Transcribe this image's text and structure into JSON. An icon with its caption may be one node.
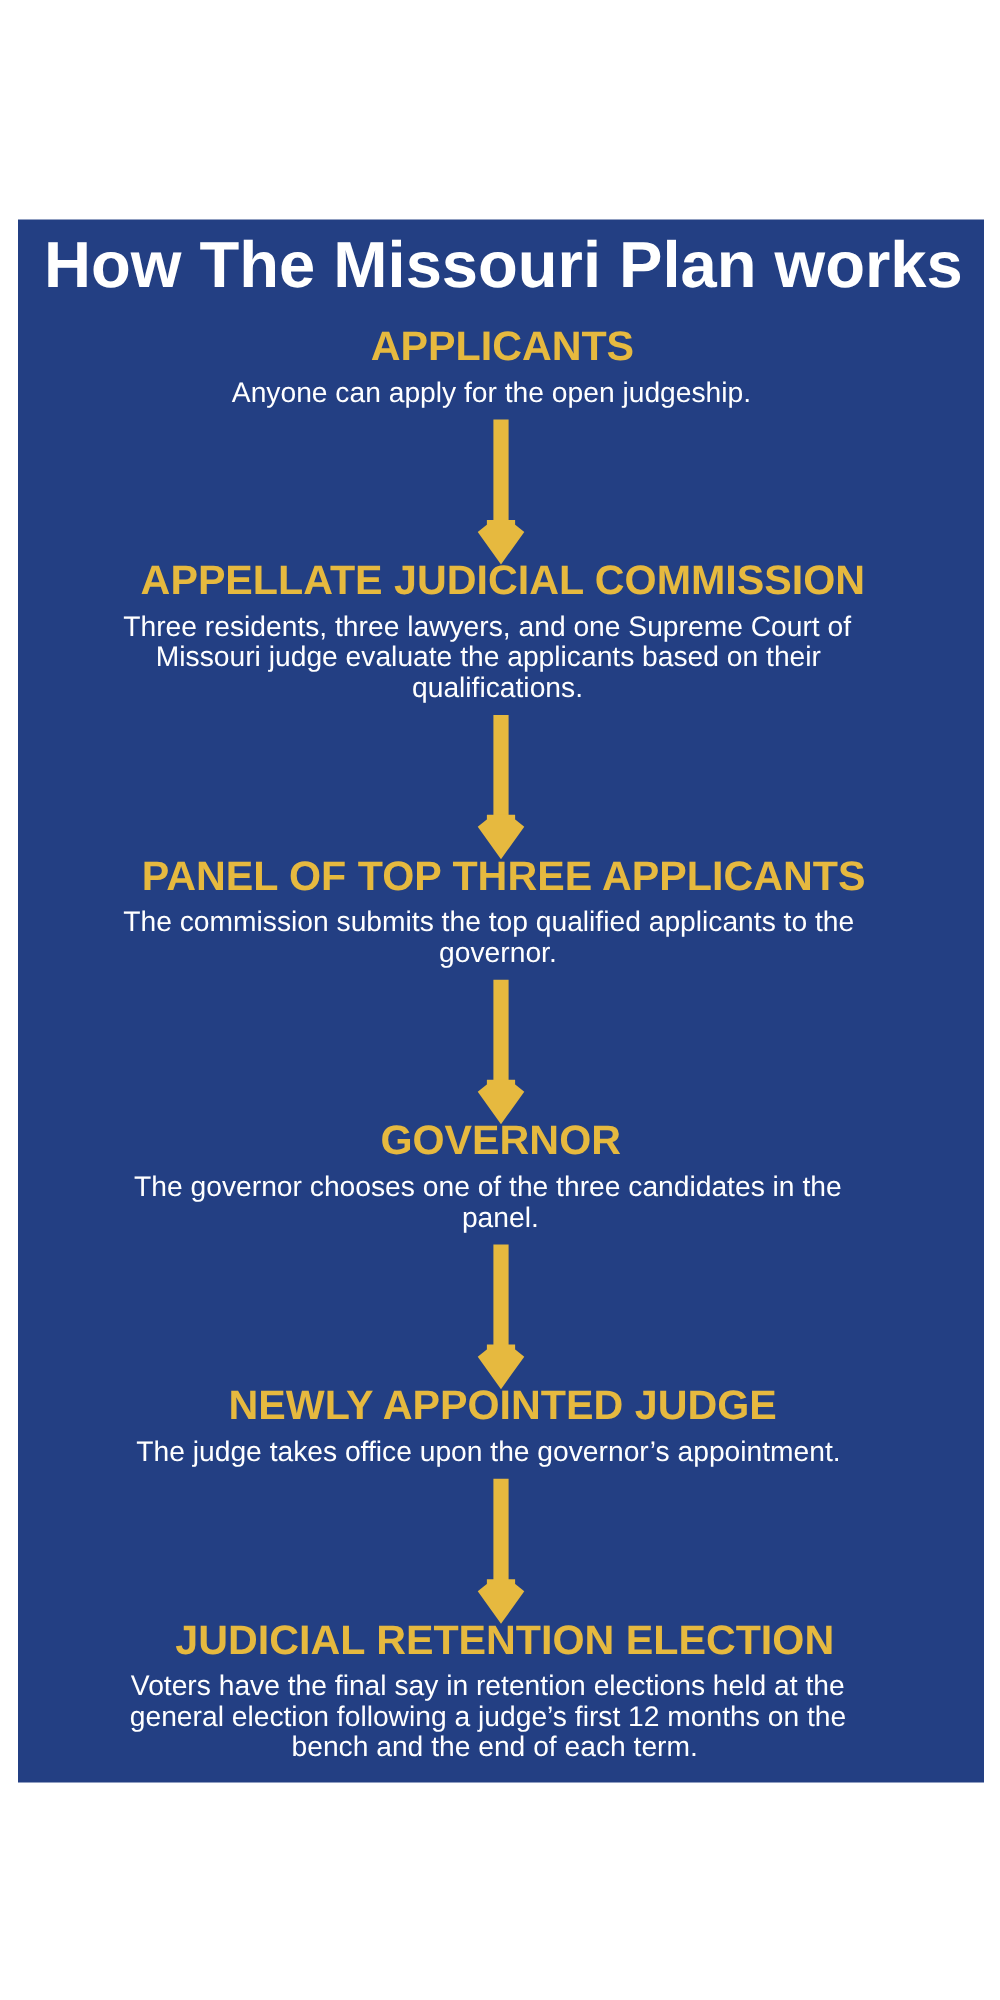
{
  "diagram": {
    "title": "How The Missouri Plan works",
    "nodes": [
      {
        "text": [
          "APPLICANTS",
          "Anyone can apply for the open judgeship."
        ]
      },
      {
        "text": [
          "APPELLATE JUDICIAL COMMISSION",
          "Three residents, three lawyers, and one Supreme Court of Missouri judge evaluate the applicants based on their qualifications."
        ]
      },
      {
        "text": [
          "PANEL OF TOP THREE APPLICANTS",
          "The commission submits the top qualified applicants to the governor."
        ]
      },
      {
        "text": [
          "GOVERNOR",
          "The governor chooses one of the three candidates in the panel."
        ]
      },
      {
        "text": [
          "NEWLY APPOINTED JUDGE",
          "The judge takes office upon the governor’s appointment."
        ]
      },
      {
        "text": [
          "JUDICIAL RETENTION ELECTION",
          "Voters have the final say in retention elections held at the general election following a judge’s first 12 months on the bench and the end of each term."
        ]
      }
    ],
    "edges": [
      {
        "from": 0,
        "to": 1,
        "arrow": "to"
      },
      {
        "from": 1,
        "to": 2,
        "arrow": "to"
      },
      {
        "from": 2,
        "to": 3,
        "arrow": "to"
      },
      {
        "from": 3,
        "to": 4,
        "arrow": "to"
      },
      {
        "from": 4,
        "to": 5,
        "arrow": "to"
      }
    ]
  }
}
